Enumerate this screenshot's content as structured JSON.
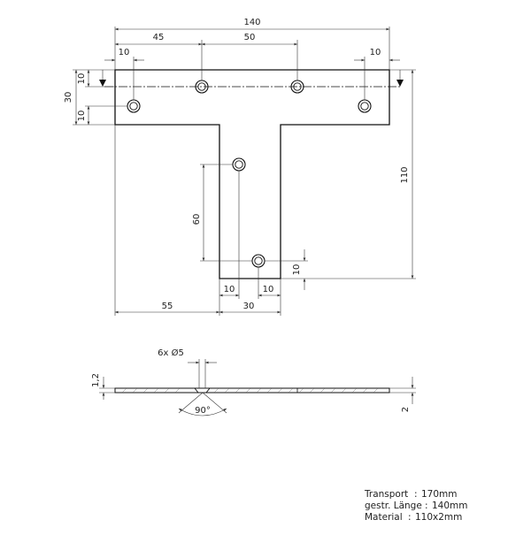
{
  "drawing": {
    "dimensions": {
      "overall_width": "140",
      "hole_offset_left": "45",
      "hole_spacing": "50",
      "edge_left": "10",
      "edge_right": "10",
      "bar_height": "30",
      "edge_top": "10",
      "edge_bottom": "10",
      "stem_height": "110",
      "stem_hole_spacing": "60",
      "stem_left_offset": "55",
      "stem_width": "30",
      "stem_edge_left": "10",
      "stem_edge_right": "10",
      "stem_edge_bottom": "10",
      "thickness_top": "1,2",
      "thickness": "2"
    },
    "section": {
      "hole_callout": "6x Ø5",
      "countersink_angle": "90°"
    },
    "info_block": {
      "rows": [
        {
          "label": "Transport",
          "value": "170mm"
        },
        {
          "label": "gestr. Länge",
          "value": "140mm"
        },
        {
          "label": "Material",
          "value": "110x2mm"
        }
      ]
    }
  }
}
